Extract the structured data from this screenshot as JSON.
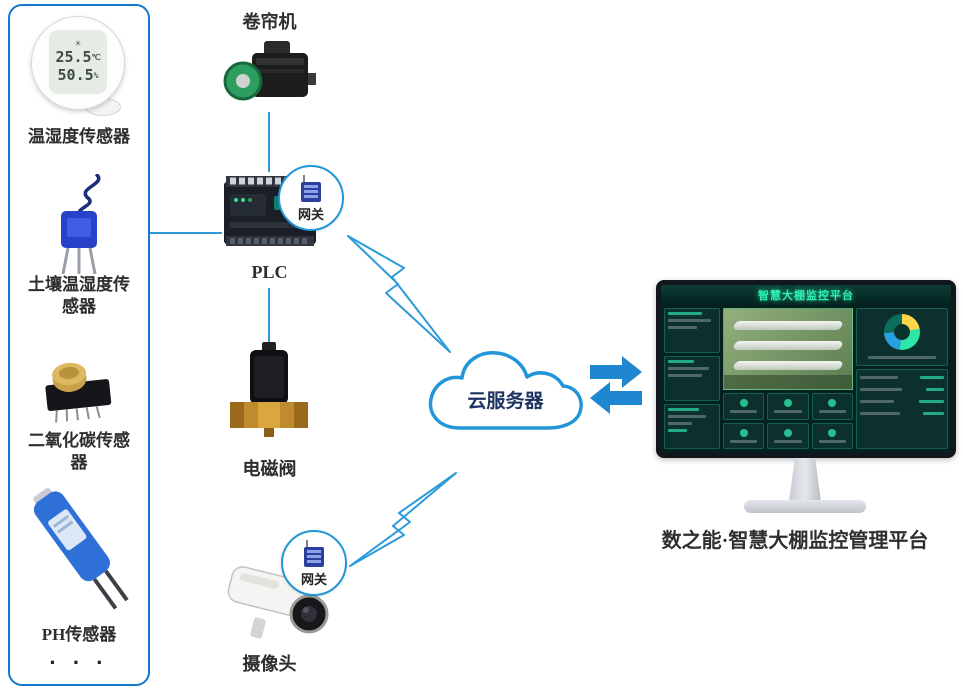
{
  "colors": {
    "panel_border": "#1777cf",
    "wire_blue": "#2e9ad8",
    "cloud_blue": "#2196d8",
    "arrow_blue": "#1f86d0",
    "screen_accent": "#2ef0b0"
  },
  "sensors_panel": {
    "items": [
      {
        "label": "温湿度传感器"
      },
      {
        "label": "土壤温湿度传感器"
      },
      {
        "label": "二氧化碳传感器"
      },
      {
        "label": "PH传感器"
      }
    ],
    "ellipsis": "· · ·",
    "temp_display": {
      "temp": "25.5",
      "temp_unit": "℃",
      "humidity": "50.5",
      "humidity_unit": "%"
    }
  },
  "devices": {
    "roller": "卷帘机",
    "plc": "PLC",
    "gateway": "网关",
    "valve": "电磁阀",
    "camera": "摄像头"
  },
  "cloud": {
    "label": "云服务器"
  },
  "monitor": {
    "screen_title": "智慧大棚监控平台",
    "caption": "数之能·智慧大棚监控管理平台"
  }
}
